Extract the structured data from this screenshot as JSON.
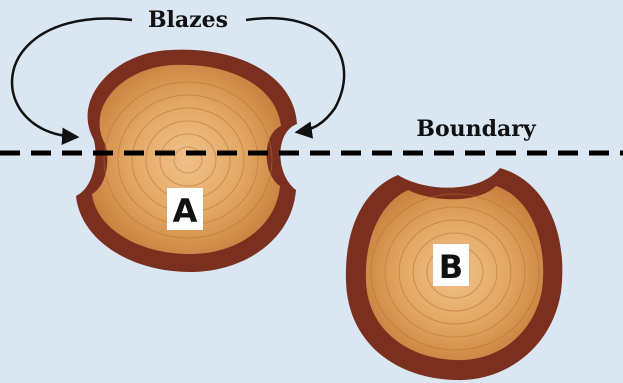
{
  "labels": {
    "blazes": "Blazes",
    "boundary": "Boundary",
    "tree_a": "A",
    "tree_b": "B"
  },
  "colors": {
    "background": "#dbe6f3",
    "bark": "#7a2f1f",
    "wood_light": "#e2a864",
    "wood_dark": "#c9803f",
    "label_box": "#ffffff",
    "line": "#000000"
  }
}
